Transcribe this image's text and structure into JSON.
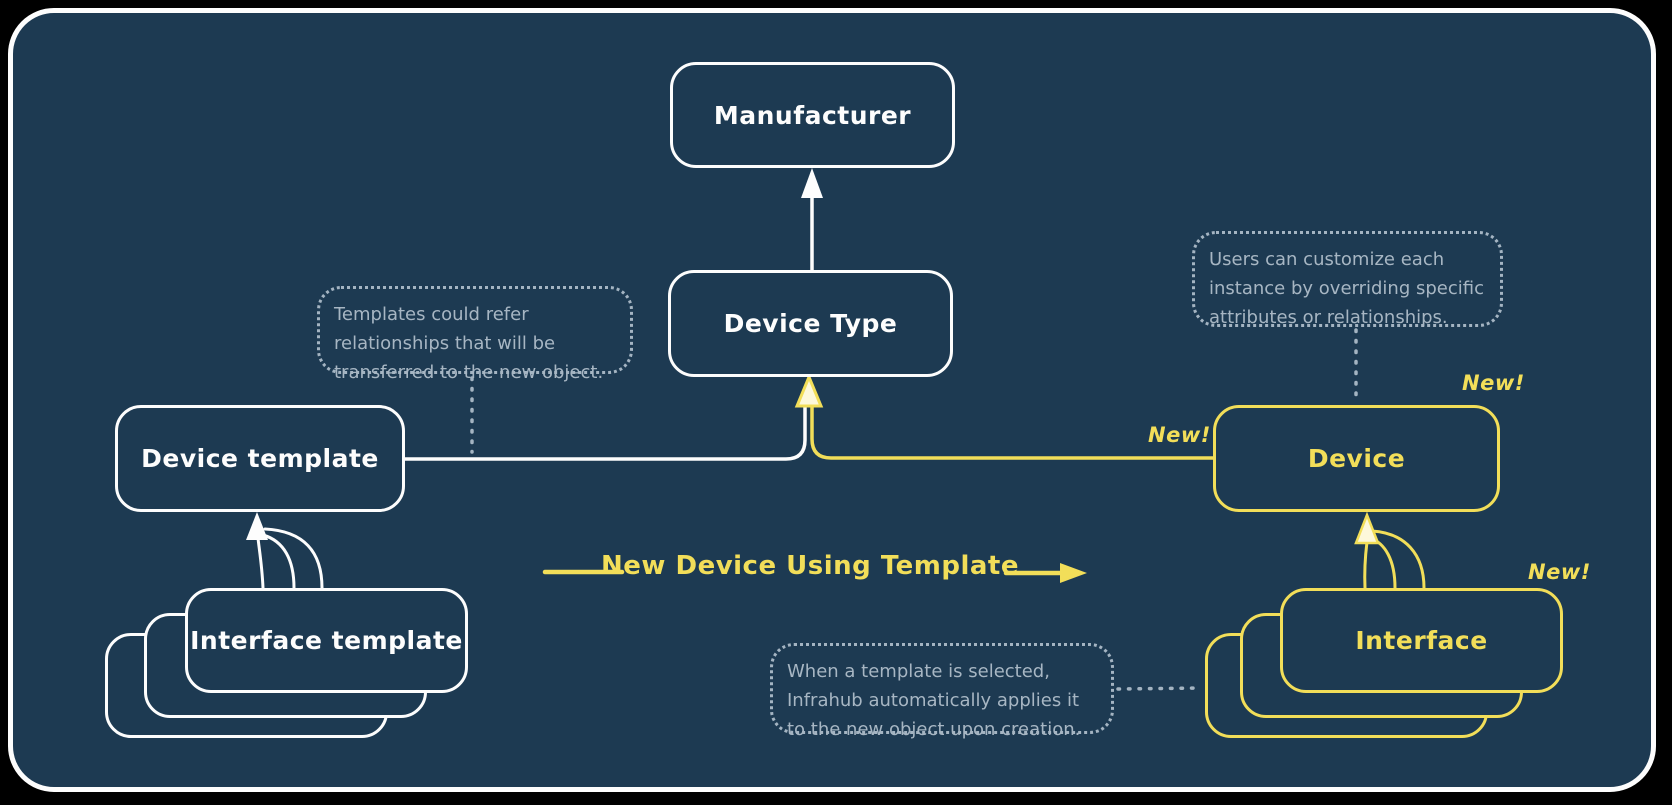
{
  "diagram": {
    "nodes": {
      "manufacturer": {
        "label": "Manufacturer"
      },
      "device_type": {
        "label": "Device Type"
      },
      "device_template": {
        "label": "Device template"
      },
      "interface_template": {
        "label": "Interface template"
      },
      "device": {
        "label": "Device",
        "badge": "New!"
      },
      "interface": {
        "label": "Interface",
        "badge": "New!"
      }
    },
    "flow_label": "New Device Using Template",
    "new_badge_on_line": "New!",
    "annotations": {
      "templates": {
        "line1": "Templates could refer",
        "line2": "relationships that will be",
        "line3": "transferred to the new object."
      },
      "customize": {
        "line1": "Users can customize each",
        "line2": "instance by overriding specific",
        "line3": "attributes or relationships."
      },
      "apply": {
        "line1": "When a template is selected,",
        "line2": "Infrahub automatically applies it",
        "line3": "to the new object upon creation."
      }
    },
    "colors": {
      "background": "#1d3a52",
      "outer": "#000000",
      "stroke_white": "#fdfdfd",
      "accent_yellow": "#f2de59",
      "note_gray": "#a7b6c3"
    }
  }
}
